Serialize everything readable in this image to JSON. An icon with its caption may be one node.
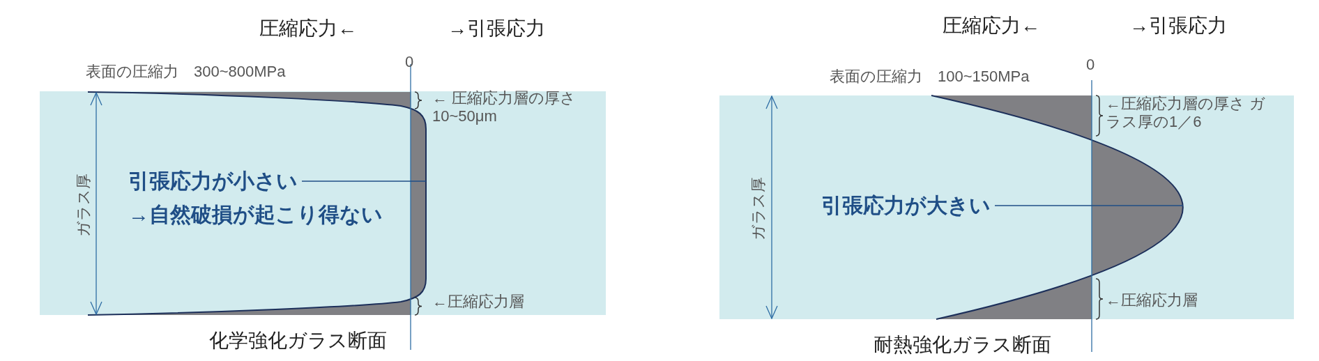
{
  "diagram": {
    "nodes": [
      {
        "text": [
          "引張応力が小さい",
          "→自然破損が起こり得ない"
        ]
      },
      {
        "text": [
          "引張応力が大きい"
        ]
      }
    ],
    "edges": [
      {
        "from": 0,
        "to": null,
        "arrow": "none"
      },
      {
        "from": 1,
        "to": null,
        "arrow": "none"
      }
    ],
    "labels": [
      "圧縮応力←",
      "→引張応力",
      "圧縮応力←",
      "→引張応力",
      "表面の圧縮力　300~800MPa",
      "0",
      "表面の圧縮力　100~150MPa",
      "0",
      "← 圧縮応力層の厚さ 10~50μm",
      "←圧縮応力層の厚さ ガラス厚の1／6",
      "ガラス厚",
      "ガラス厚",
      "←圧縮応力層",
      "←圧縮応力層",
      "化学強化ガラス断面",
      "耐熱強化ガラス断面"
    ]
  }
}
